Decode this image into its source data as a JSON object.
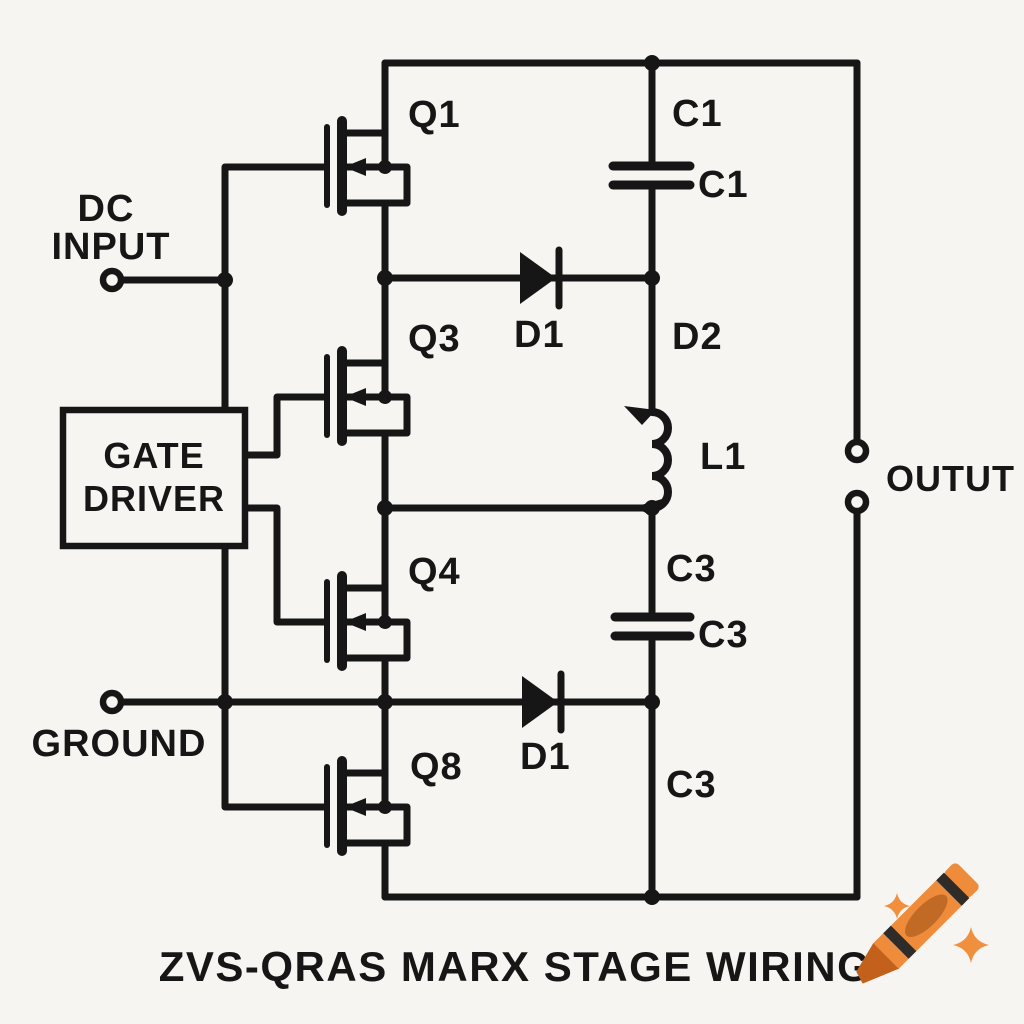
{
  "diagram": {
    "title": "ZVS-QRAS MARX STAGE WIRING",
    "terminals": {
      "dc_input_line1": "DC",
      "dc_input_line2": "INPUT",
      "ground": "GROUND",
      "output": "OUTUT"
    },
    "gate_driver": {
      "line1": "GATE",
      "line2": "DRIVER"
    },
    "components": {
      "q1": "Q1",
      "q3": "Q3",
      "q4": "Q4",
      "q8": "Q8",
      "c1_top": "C1",
      "c1_side": "C1",
      "d1_top": "D1",
      "d2": "D2",
      "l1": "L1",
      "c3_top": "C3",
      "c3_side": "C3",
      "c3_bottom": "C3",
      "d1_bottom": "D1"
    },
    "decor_icon": "crayon"
  },
  "colors": {
    "bg": "#f6f5f2",
    "line": "#161616",
    "crayon_orange": "#ee8c3c",
    "crayon_dark": "#c06a26",
    "crayon_tip": "#c2601c",
    "crayon_stripe": "#2e2b28",
    "sparkle": "#f0903f"
  }
}
